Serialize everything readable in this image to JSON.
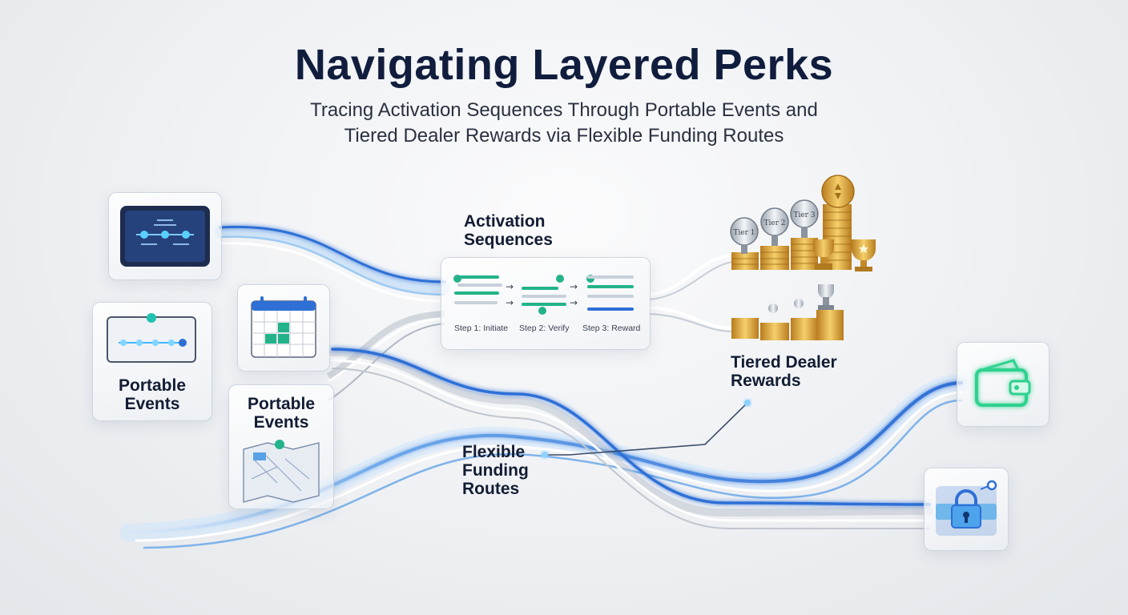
{
  "header": {
    "title": "Navigating Layered Perks",
    "subtitle_line1": "Tracing Activation Sequences Through Portable Events and",
    "subtitle_line2": "Tiered Dealer Rewards via Flexible Funding Routes"
  },
  "nodes": {
    "portable_events_left": {
      "line1": "Portable",
      "line2": "Events"
    },
    "portable_events_center": {
      "line1": "Portable",
      "line2": "Events"
    },
    "activation": {
      "line1": "Activation",
      "line2": "Sequences",
      "steps": [
        "Step 1: Initiate",
        "Step 2: Verify",
        "Step 3: Reward"
      ]
    },
    "tiered_rewards": {
      "line1": "Tiered Dealer",
      "line2": "Rewards",
      "medals": [
        "Tier 1",
        "Tier 2",
        "Tier 3"
      ]
    },
    "funding": {
      "line1": "Flexible",
      "line2": "Funding",
      "line3": "Routes"
    }
  },
  "icons": {
    "tablet": "tablet-icon",
    "monitor": "monitor-icon",
    "calendar": "calendar-icon",
    "map": "map-icon",
    "wallet": "wallet-icon",
    "lock": "lock-icon",
    "coins": "coin-stack-icon",
    "trophy": "trophy-icon"
  },
  "colors": {
    "title": "#101d3d",
    "flow_blue": "#2f6fd6",
    "flow_light": "#8fc3f2",
    "flow_grey": "#b9c0cb",
    "accent_green": "#23b38a",
    "gold": "#d9a23a"
  }
}
